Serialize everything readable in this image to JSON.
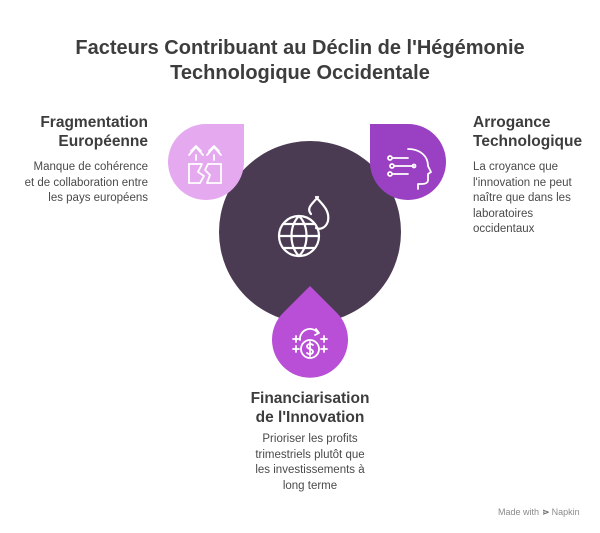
{
  "title": {
    "lines": [
      "Facteurs Contribuant au Déclin de l'Hégémonie",
      "Technologique Occidentale"
    ]
  },
  "center": {
    "icon": "globe-on-fire-icon",
    "color": "#4a3a52"
  },
  "factors": [
    {
      "id": "fragmentation",
      "title_lines": [
        "Fragmentation",
        "Européenne"
      ],
      "desc_lines": [
        "Manque de cohérence",
        "et de collaboration entre",
        "les pays européens"
      ],
      "icon": "split-trees-icon",
      "color": "#e5a9f0"
    },
    {
      "id": "arrogance",
      "title_lines": [
        "Arrogance",
        "Technologique"
      ],
      "desc_lines": [
        "La croyance que",
        "l'innovation ne peut",
        "naître que dans les",
        "laboratoires",
        "occidentaux"
      ],
      "icon": "ai-head-icon",
      "color": "#9a40c2"
    },
    {
      "id": "financiarisation",
      "title_lines": [
        "Financiarisation",
        "de l'Innovation"
      ],
      "desc_lines": [
        "Prioriser les profits",
        "trimestriels plutôt que",
        "les investissements à",
        "long terme"
      ],
      "icon": "money-cycle-icon",
      "color": "#b84fd6"
    }
  ],
  "watermark": {
    "prefix": "Made with",
    "brand": "Napkin"
  }
}
